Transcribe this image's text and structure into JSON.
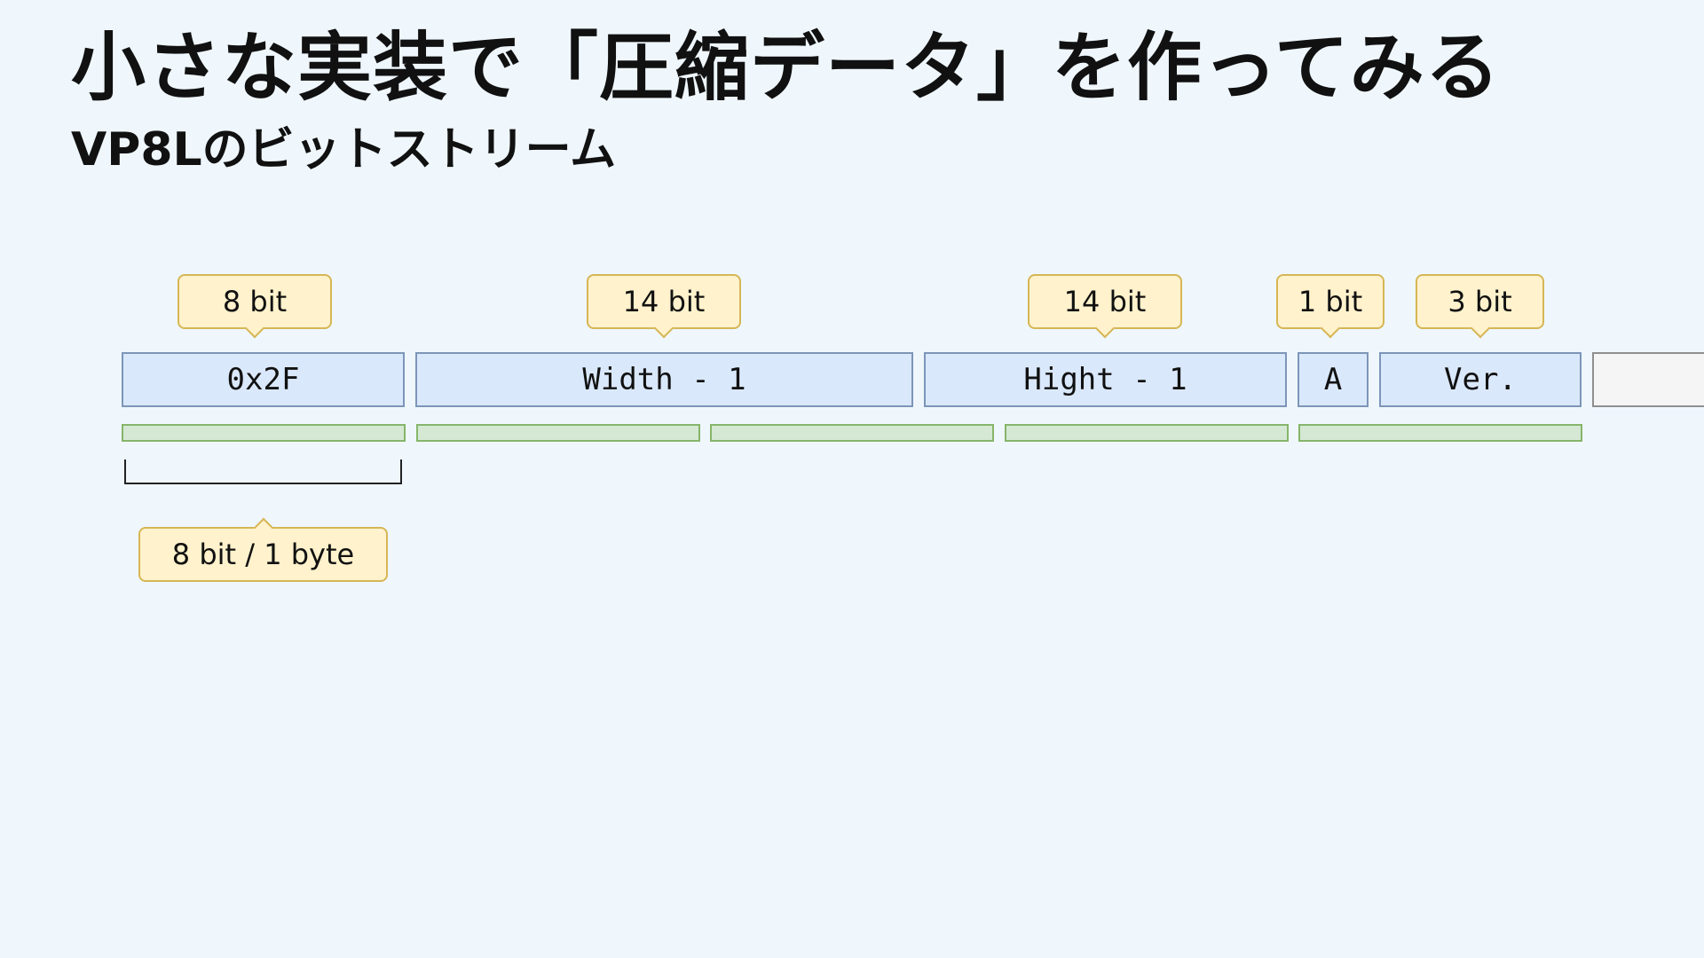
{
  "slide": {
    "title": "小さな実装で「圧縮データ」を作ってみる",
    "subtitle": "VP8Lのビットストリーム"
  },
  "bitstream": {
    "fields": [
      {
        "label": "0x2F",
        "bits": "8 bit"
      },
      {
        "label": "Width - 1",
        "bits": "14 bit"
      },
      {
        "label": "Hight - 1",
        "bits": "14 bit"
      },
      {
        "label": "A",
        "bits": "1 bit"
      },
      {
        "label": "Ver.",
        "bits": "3 bit"
      }
    ],
    "byte_count": 5,
    "byte_note": "8 bit / 1 byte"
  },
  "colors": {
    "background": "#eff7fd",
    "field_fill": "#dae8fc",
    "field_border": "#7d95b8",
    "byte_fill": "#d5e8d4",
    "byte_border": "#86b56a",
    "callout_fill": "#fff2cc",
    "callout_border": "#d6b656",
    "continuation_fill": "#f5f5f5"
  }
}
